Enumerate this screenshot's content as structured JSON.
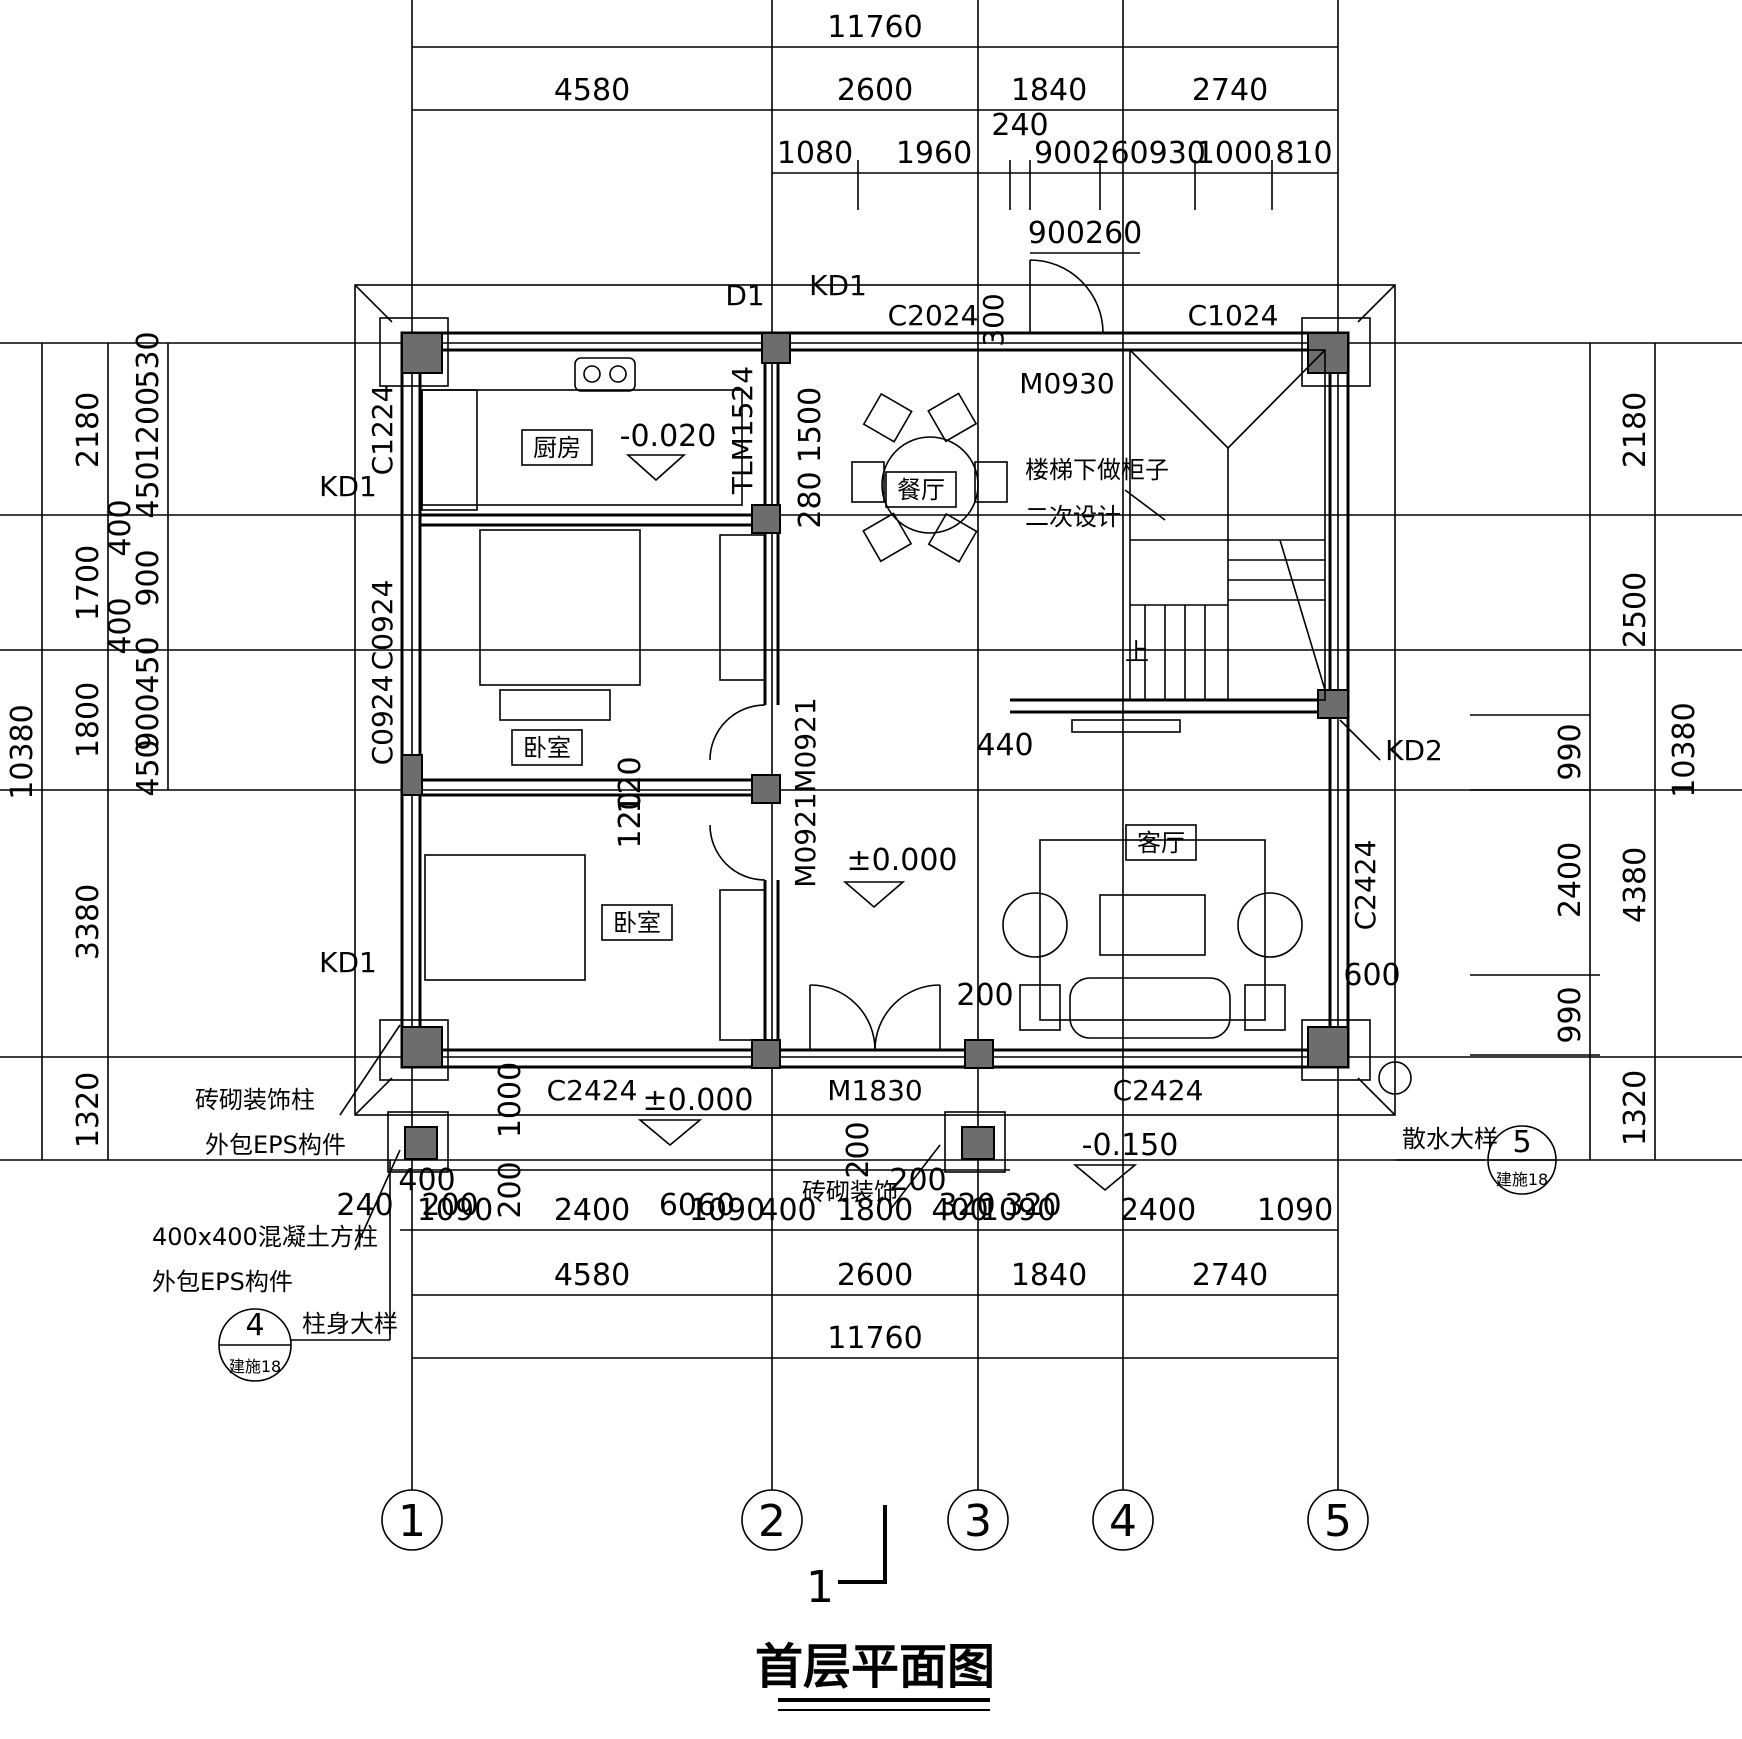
{
  "title": "首层平面图",
  "section_mark": "1",
  "axes": [
    "1",
    "2",
    "3",
    "4",
    "5"
  ],
  "dims": {
    "top_total": "11760",
    "top_bays": [
      "4580",
      "2600",
      "1840",
      "2740"
    ],
    "top_openings": [
      "1080",
      "1960",
      "240",
      "900260930",
      "1000",
      "810"
    ],
    "top_door": "900260",
    "left_total": "10380",
    "left_bays": [
      "2180",
      "1700",
      "1800",
      "3380",
      "1320"
    ],
    "left_detail": [
      "530",
      "1200",
      "450",
      "400",
      "900",
      "400",
      "450",
      "900",
      "450"
    ],
    "right_total": "10380",
    "right_bays": [
      "2180",
      "2500",
      "4380",
      "1320"
    ],
    "right_detail": [
      "990",
      "2400",
      "990"
    ],
    "bottom_openings": [
      "1090",
      "2400",
      "1090",
      "400",
      "1800",
      "400",
      "1090",
      "2400",
      "1090"
    ],
    "bottom_bays": [
      "4580",
      "2600",
      "1840",
      "2740"
    ],
    "bottom_total": "11760",
    "porch": [
      "240",
      "400",
      "200",
      "6060",
      "200",
      "320",
      "320"
    ],
    "misc": [
      "1500",
      "280",
      "120",
      "120",
      "440",
      "200",
      "600",
      "1000",
      "200",
      "200"
    ]
  },
  "elevations": [
    "-0.020",
    "±0.000",
    "±0.000",
    "-0.150"
  ],
  "rooms": [
    "厨房",
    "餐厅",
    "卧室",
    "卧室",
    "客厅"
  ],
  "openings": [
    "D1",
    "KD1",
    "C2024",
    "300",
    "C1024",
    "M0930",
    "C1224",
    "TLM1524",
    "KD1",
    "C0924",
    "C0924",
    "M0921",
    "M0921",
    "KD2",
    "C2424",
    "KD1",
    "C2424",
    "M1830",
    "C2424"
  ],
  "notes": {
    "stair": "楼梯下做柜子",
    "stair2": "二次设计",
    "col1": "砖砌装饰柱",
    "col2": "外包EPS构件",
    "col3": "400x400混凝土方柱",
    "col4": "外包EPS构件",
    "deco": "砖砌装饰",
    "apron": "散水大样",
    "stair_up": "上"
  },
  "callouts": [
    {
      "num": "4",
      "sheet": "建施18",
      "label": "柱身大样"
    },
    {
      "num": "5",
      "sheet": "建施18",
      "label": "散水大样"
    }
  ]
}
